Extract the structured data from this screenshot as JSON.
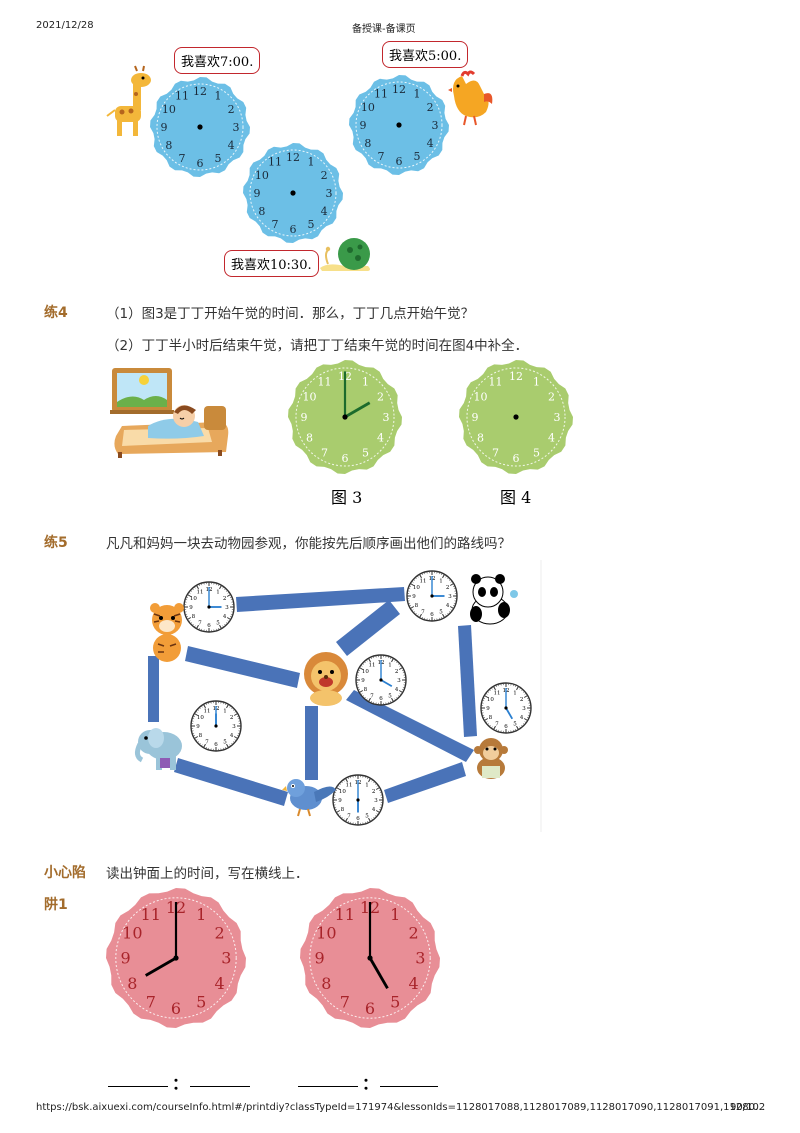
{
  "header": {
    "date": "2021/12/28",
    "center_title": "备授课-备课页"
  },
  "footer": {
    "url": "https://bsk.aixuexi.com/courseInfo.html#/printdiy?classTypeId=171974&lessonIds=1128017088,1128017089,1128017090,1128017091,11280…",
    "page": "90/102"
  },
  "top_section": {
    "bubble_giraffe": "我喜欢7:00.",
    "bubble_rooster": "我喜欢5:00.",
    "bubble_snail": "我喜欢10:30."
  },
  "exercise4": {
    "label": "练4",
    "q1": "（1）图3是丁丁开始午觉的时间．那么，丁丁几点开始午觉？",
    "q2": "（2）丁丁半小时后结束午觉，请把丁丁结束午觉的时间在图4中补全．",
    "fig3_caption": "图 3",
    "fig4_caption": "图 4"
  },
  "exercise5": {
    "label": "练5",
    "question": "凡凡和妈妈一块去动物园参观，你能按先后顺序画出他们的路线吗？"
  },
  "trap": {
    "label": "小心陷",
    "sub_label": "阱1",
    "question": "读出钟面上的时间，写在横线上．",
    "colon": "："
  },
  "clock_numbers": [
    "12",
    "1",
    "2",
    "3",
    "4",
    "5",
    "6",
    "7",
    "8",
    "9",
    "10",
    "11"
  ],
  "colors": {
    "blue_clock": "#6cbfe6",
    "green_clock": "#a9cc6e",
    "pink_clock": "#e88e96",
    "road": "#4a73b8",
    "bubble_border": "#c2272d",
    "label_brown": "#a36c2c"
  }
}
